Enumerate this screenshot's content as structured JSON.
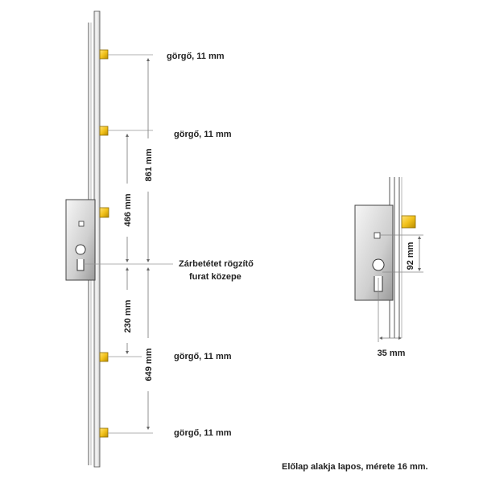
{
  "colors": {
    "roller": "#f2c21b",
    "roller_edge": "#8a6a00",
    "faceplate_light": "#f2f2f2",
    "faceplate_dark": "#bdbdbd",
    "body_light": "#f4f4f4",
    "body_dark": "#9a9a9a",
    "line": "#333333",
    "dim_line": "#888888"
  },
  "rollers": [
    {
      "label": "görgő, 11 mm"
    },
    {
      "label": "görgő, 11 mm"
    },
    {
      "label": "görgő, 11 mm"
    },
    {
      "label": "görgő, 11 mm"
    }
  ],
  "dimensions": {
    "d861": "861 mm",
    "d466": "466 mm",
    "d230": "230 mm",
    "d649": "649 mm"
  },
  "center_label": {
    "line1": "Zárbetétet rögzítő",
    "line2": "furat közepe"
  },
  "side_view": {
    "dim_92": "92 mm",
    "dim_35": "35 mm"
  },
  "footnote": "Előlap alakja lapos, mérete 16 mm."
}
